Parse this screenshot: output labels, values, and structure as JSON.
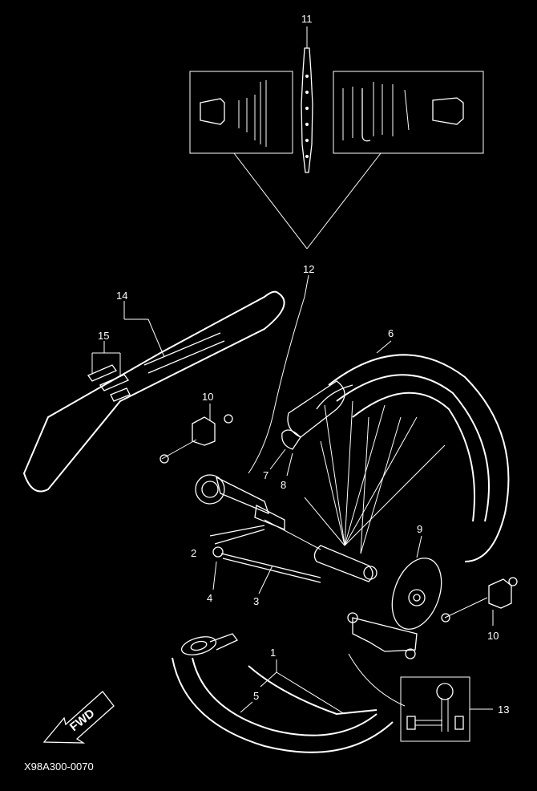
{
  "diagram": {
    "drawing_code": "X98A300-0070",
    "fwd_label": "FWD",
    "callouts": [
      {
        "id": "c1",
        "text": "1"
      },
      {
        "id": "c2",
        "text": "2"
      },
      {
        "id": "c3",
        "text": "3"
      },
      {
        "id": "c4",
        "text": "4"
      },
      {
        "id": "c5",
        "text": "5"
      },
      {
        "id": "c6",
        "text": "6"
      },
      {
        "id": "c7",
        "text": "7"
      },
      {
        "id": "c8",
        "text": "8"
      },
      {
        "id": "c9",
        "text": "9"
      },
      {
        "id": "c10a",
        "text": "10"
      },
      {
        "id": "c10b",
        "text": "10"
      },
      {
        "id": "c11",
        "text": "11"
      },
      {
        "id": "c12",
        "text": "12"
      },
      {
        "id": "c13",
        "text": "13"
      },
      {
        "id": "c14",
        "text": "14"
      },
      {
        "id": "c15",
        "text": "15"
      }
    ],
    "colors": {
      "background": "#000000",
      "line": "#ffffff"
    }
  }
}
